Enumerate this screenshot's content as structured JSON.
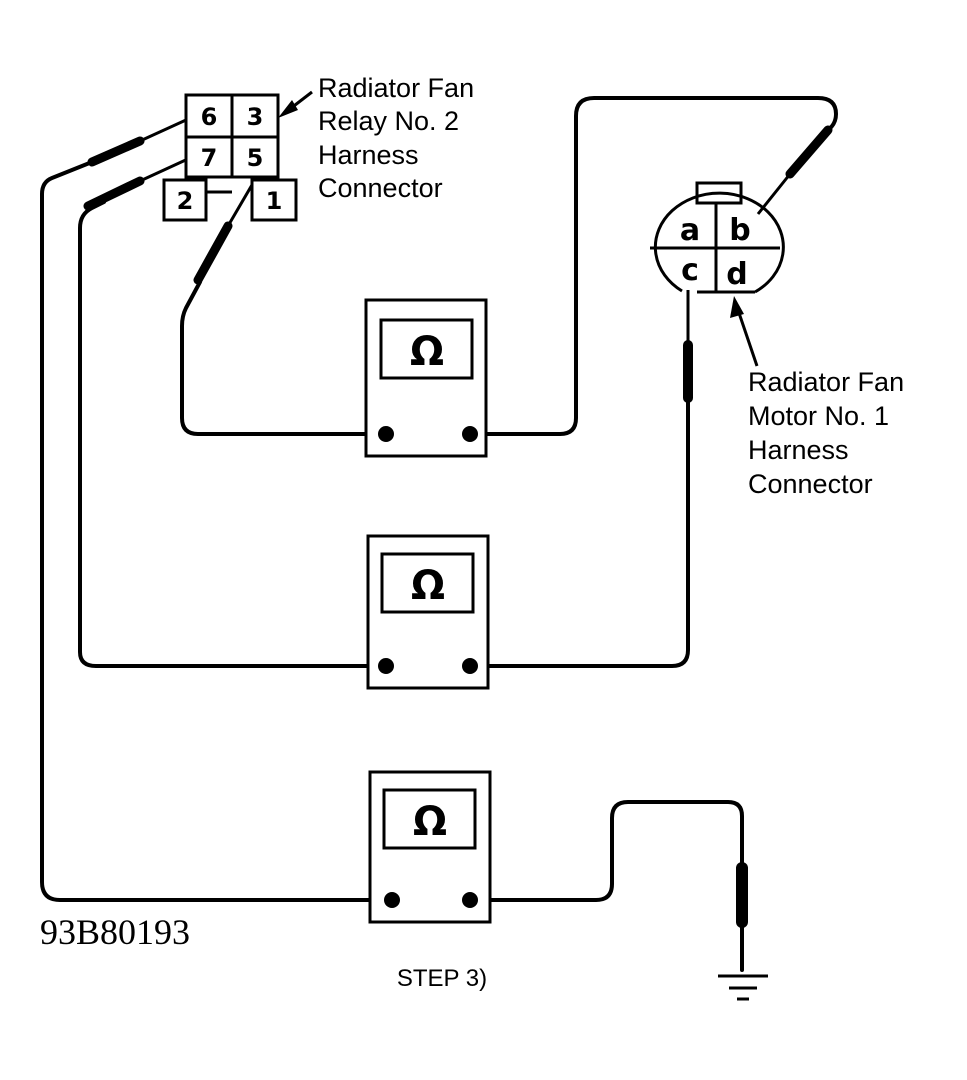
{
  "diagram": {
    "relay_connector": {
      "label_lines": [
        "Radiator Fan",
        "Relay No. 2",
        "Harness",
        "Connector"
      ],
      "pins": [
        "6",
        "3",
        "7",
        "5",
        "2",
        "1"
      ]
    },
    "motor_connector": {
      "label_lines": [
        "Radiator Fan",
        "Motor No. 1",
        "Harness",
        "Connector"
      ],
      "pins": [
        "a",
        "b",
        "c",
        "d"
      ]
    },
    "meters": [
      {
        "symbol": "Ω",
        "from": "5",
        "to": "b"
      },
      {
        "symbol": "Ω",
        "from": "7",
        "to": "c"
      },
      {
        "symbol": "Ω",
        "from": "6",
        "to": "ground"
      }
    ],
    "figure_id": "93B80193",
    "step_label": "STEP 3)"
  }
}
